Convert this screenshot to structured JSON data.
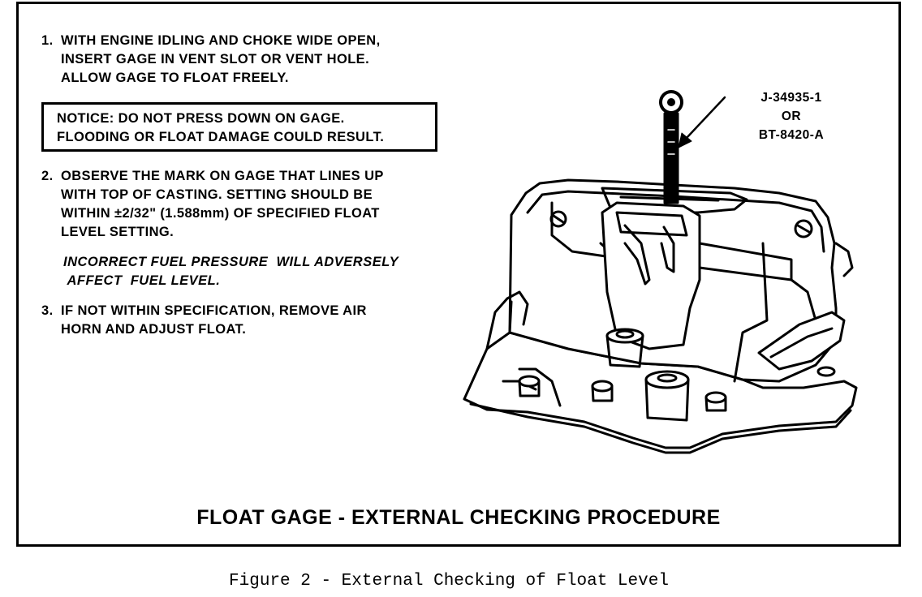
{
  "figure": {
    "step1": {
      "number": "1.",
      "lines": [
        "WITH ENGINE IDLING AND CHOKE WIDE OPEN,",
        "INSERT GAGE IN  VENT SLOT OR VENT HOLE.",
        "ALLOW GAGE TO FLOAT FREELY."
      ]
    },
    "notice": {
      "lines": [
        "NOTICE: DO NOT PRESS DOWN ON GAGE.",
        "FLOODING OR FLOAT DAMAGE COULD RESULT."
      ]
    },
    "step2": {
      "number": "2.",
      "lines": [
        "OBSERVE THE MARK ON GAGE THAT LINES UP",
        "WITH TOP OF CASTING. SETTING SHOULD BE",
        "WITHIN ±2/32\" (1.588mm) OF SPECIFIED FLOAT",
        "LEVEL SETTING."
      ]
    },
    "warning": {
      "lines": [
        "INCORRECT FUEL PRESSURE  WILL ADVERSELY",
        " AFFECT  FUEL LEVEL."
      ]
    },
    "step3": {
      "number": "3.",
      "lines": [
        "IF NOT WITHIN SPECIFICATION, REMOVE AIR",
        "HORN AND ADJUST FLOAT."
      ]
    },
    "tool_label": {
      "lines": [
        "J-34935-1",
        "OR",
        "BT-8420-A"
      ]
    },
    "title": "FLOAT GAGE - EXTERNAL CHECKING PROCEDURE"
  },
  "caption": "Figure 2 - External Checking of Float Level"
}
